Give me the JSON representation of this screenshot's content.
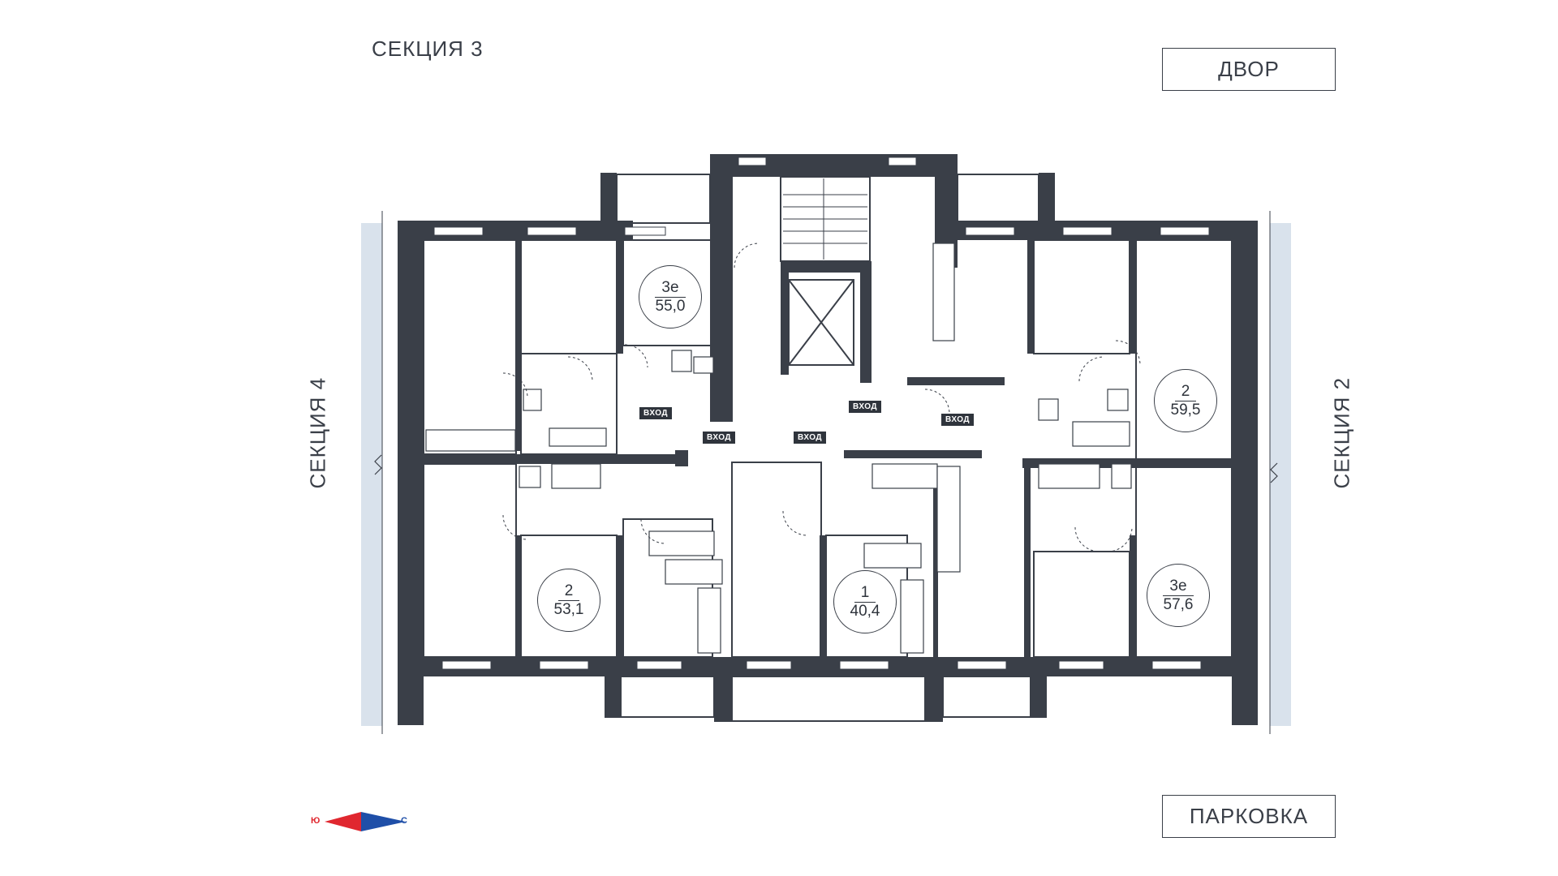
{
  "labels": {
    "top_right": "ДВОР",
    "bottom_right": "ПАРКОВКА",
    "section_top": "СЕКЦИЯ 3",
    "section_left": "СЕКЦИЯ 4",
    "section_right": "СЕКЦИЯ 2"
  },
  "apartments": [
    {
      "type": "3е",
      "area": "55,0"
    },
    {
      "type": "2",
      "area": "59,5"
    },
    {
      "type": "2",
      "area": "53,1"
    },
    {
      "type": "1",
      "area": "40,4"
    },
    {
      "type": "3е",
      "area": "57,6"
    }
  ],
  "entries": [
    "ВХОД",
    "ВХОД",
    "ВХОД",
    "ВХОД",
    "ВХОД"
  ],
  "compass": {
    "south": "Ю",
    "north": "С"
  },
  "colors": {
    "wall": "#3a3f48",
    "glazing": "#d9e2ec",
    "compass_south": "#e0272f",
    "compass_north": "#1f4fa8"
  }
}
